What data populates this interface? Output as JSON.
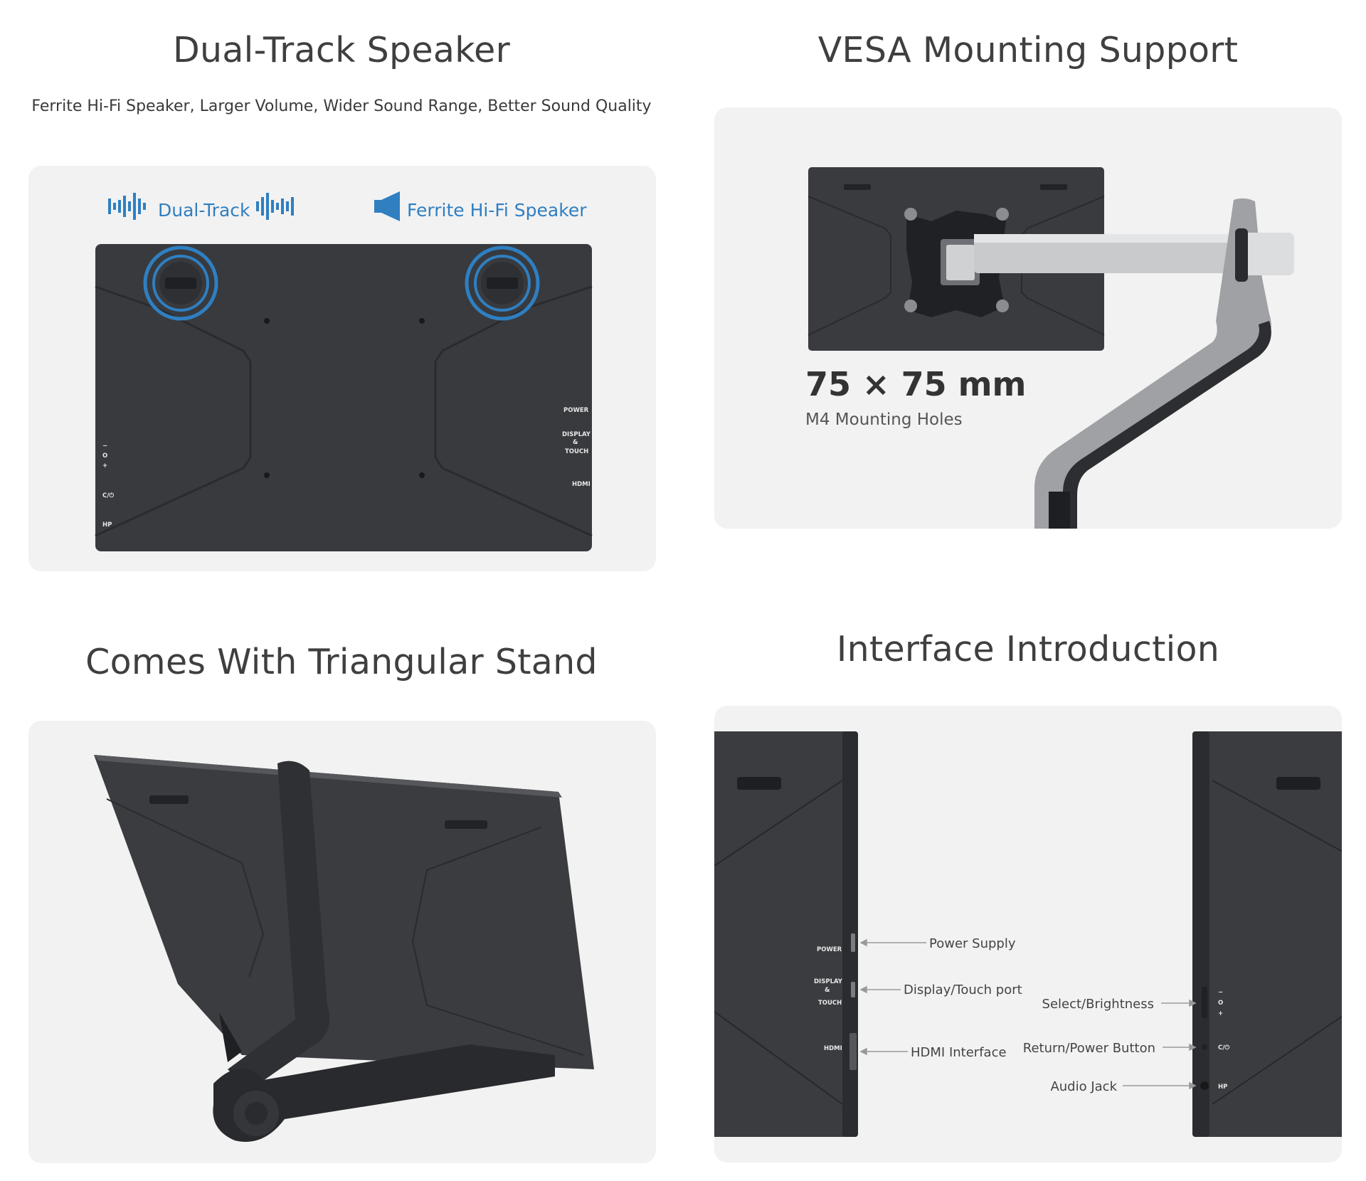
{
  "speaker": {
    "title": "Dual-Track Speaker",
    "subtitle": "Ferrite Hi-Fi Speaker, Larger Volume, Wider Sound Range, Better Sound Quality",
    "badge_dual_track": "Dual-Track",
    "badge_ferrite": "Ferrite Hi-Fi Speaker",
    "accent_color": "#2f7fc1",
    "labels": {
      "power": "POWER",
      "display": "DISPLAY",
      "amp": "&",
      "touch": "TOUCH",
      "hdmi": "HDMI",
      "cw": "C/⏻",
      "hp": "HP",
      "minus": "−",
      "o": "O",
      "plus": "+"
    }
  },
  "vesa": {
    "title": "VESA Mounting Support",
    "size": "75 × 75 mm",
    "caption": "M4 Mounting Holes"
  },
  "stand": {
    "title": "Comes With Triangular Stand"
  },
  "interface": {
    "title": "Interface Introduction",
    "left_callouts": {
      "power_supply": "Power Supply",
      "display_touch": "Display/Touch port",
      "hdmi": "HDMI Interface"
    },
    "right_callouts": {
      "select": "Select/Brightness",
      "return_power": "Return/Power Button",
      "audio": "Audio Jack"
    }
  }
}
